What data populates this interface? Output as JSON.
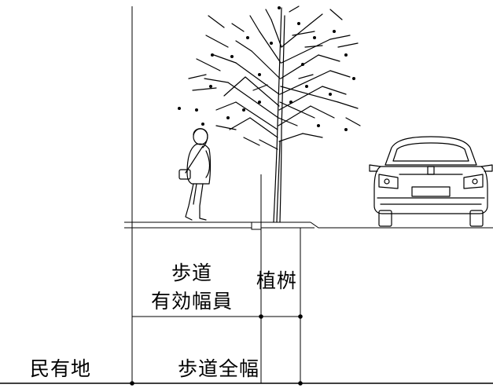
{
  "labels": {
    "private_land": "民有地",
    "sidewalk_line1": "歩道",
    "sidewalk_line2": "有効幅員",
    "planter": "植桝",
    "sidewalk_total": "歩道全幅"
  },
  "colors": {
    "line": "#000000",
    "background": "#ffffff"
  },
  "icons": {
    "tree": "street-tree-icon",
    "pedestrian": "pedestrian-woman-icon",
    "car": "car-rear-view-icon"
  }
}
